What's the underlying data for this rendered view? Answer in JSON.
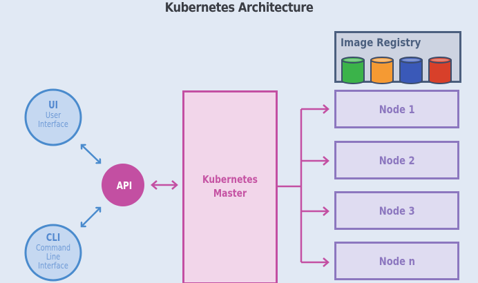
{
  "title": "Kubernetes Architecture",
  "clients": [
    {
      "id": "ui",
      "label": "UI",
      "sublabel_lines": [
        "User",
        "Interface"
      ]
    },
    {
      "id": "cli",
      "label": "CLI",
      "sublabel_lines": [
        "Command",
        "Line",
        "Interface"
      ]
    }
  ],
  "api": {
    "label": "API"
  },
  "master": {
    "label_lines": [
      "Kubernetes",
      "Master"
    ]
  },
  "registry": {
    "title": "Image Registry",
    "images": [
      {
        "color": "#3bb34a"
      },
      {
        "color": "#f59a33"
      },
      {
        "color": "#3a59b8"
      },
      {
        "color": "#d8402a"
      }
    ]
  },
  "nodes": [
    {
      "label": "Node 1"
    },
    {
      "label": "Node 2"
    },
    {
      "label": "Node 3"
    },
    {
      "label": "Node n"
    }
  ],
  "colors": {
    "background": "#e1e9f4",
    "client_stroke": "#4a8bcd",
    "client_fill": "#c5d8f1",
    "api_fill": "#c34fa2",
    "master_stroke": "#c34fa2",
    "master_fill": "#f2d6ea",
    "node_stroke": "#8c77bf",
    "node_fill": "#dfdcf1",
    "registry_stroke": "#4b5f7e",
    "registry_fill": "#cdd3e1"
  }
}
